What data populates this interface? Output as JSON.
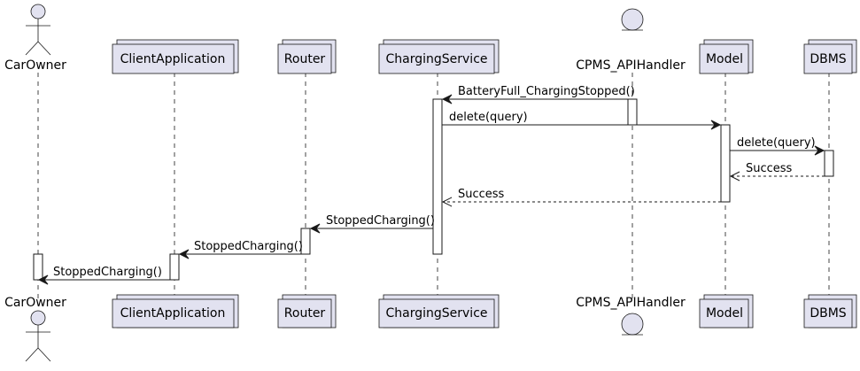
{
  "participants": {
    "car_owner": "CarOwner",
    "client_application": "ClientApplication",
    "router": "Router",
    "charging_service": "ChargingService",
    "cpms_api_handler": "CPMS_APIHandler",
    "model": "Model",
    "dbms": "DBMS"
  },
  "messages": [
    {
      "from": "CPMS_APIHandler",
      "to": "ChargingService",
      "label": "BatteryFull_ChargingStopped()",
      "style": "solid"
    },
    {
      "from": "ChargingService",
      "to": "Model",
      "label": "delete(query)",
      "style": "solid"
    },
    {
      "from": "Model",
      "to": "DBMS",
      "label": "delete(query)",
      "style": "solid"
    },
    {
      "from": "DBMS",
      "to": "Model",
      "label": "Success",
      "style": "dashed"
    },
    {
      "from": "Model",
      "to": "ChargingService",
      "label": "Success",
      "style": "dashed"
    },
    {
      "from": "ChargingService",
      "to": "Router",
      "label": "StoppedCharging()",
      "style": "solid"
    },
    {
      "from": "Router",
      "to": "ClientApplication",
      "label": "StoppedCharging()",
      "style": "solid"
    },
    {
      "from": "ClientApplication",
      "to": "CarOwner",
      "label": "StoppedCharging()",
      "style": "solid"
    }
  ],
  "colors": {
    "participant_fill": "#E2E2F0",
    "line": "#181818",
    "background": "#ffffff"
  }
}
